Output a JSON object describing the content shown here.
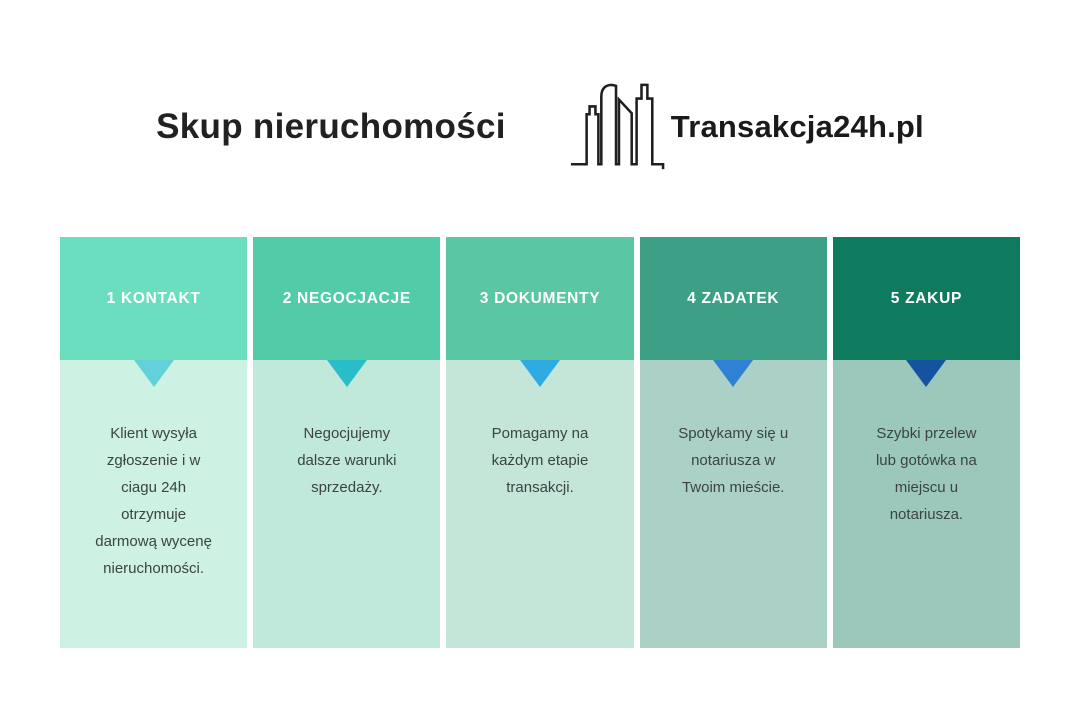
{
  "title": "Skup nieruchomości",
  "logo": {
    "text": "Transakcja24h.pl",
    "icon": "city-skyline-icon"
  },
  "colors": {
    "page_bg": "#ffffff",
    "title_text": "#212121",
    "logo_text": "#1a1a1a",
    "step_label_text": "#ffffff",
    "body_text": "#3b4442"
  },
  "steps": [
    {
      "label": "1 KONTAKT",
      "header_color": "#6cdec0",
      "body_color": "#cdf1e3",
      "arrow_color": "#62d1da",
      "lines": [
        "Klient wysyła",
        "zgłoszenie i w",
        "ciagu 24h",
        "otrzymuje",
        "darmową wycenę",
        "nieruchomości."
      ]
    },
    {
      "label": "2 NEGOCJACJE",
      "header_color": "#52cca8",
      "body_color": "#c1e9db",
      "arrow_color": "#29bdca",
      "lines": [
        "Negocjujemy",
        "dalsze warunki",
        "sprzedaży."
      ]
    },
    {
      "label": "3 DOKUMENTY",
      "header_color": "#5bc6a3",
      "body_color": "#c3e6d9",
      "arrow_color": "#2fabe4",
      "lines": [
        "Pomagamy na",
        "każdym etapie",
        "transakcji."
      ]
    },
    {
      "label": "4 ZADATEK",
      "header_color": "#3ba085",
      "body_color": "#abd1c6",
      "arrow_color": "#2e81d3",
      "lines": [
        "Spotykamy się u",
        "notariusza w",
        "Twoim mieście."
      ]
    },
    {
      "label": "5 ZAKUP",
      "header_color": "#0e7a5e",
      "body_color": "#9cc8bb",
      "arrow_color": "#14539f",
      "lines": [
        "Szybki przelew",
        "lub gotówka na",
        "miejscu u",
        "notariusza."
      ]
    }
  ]
}
